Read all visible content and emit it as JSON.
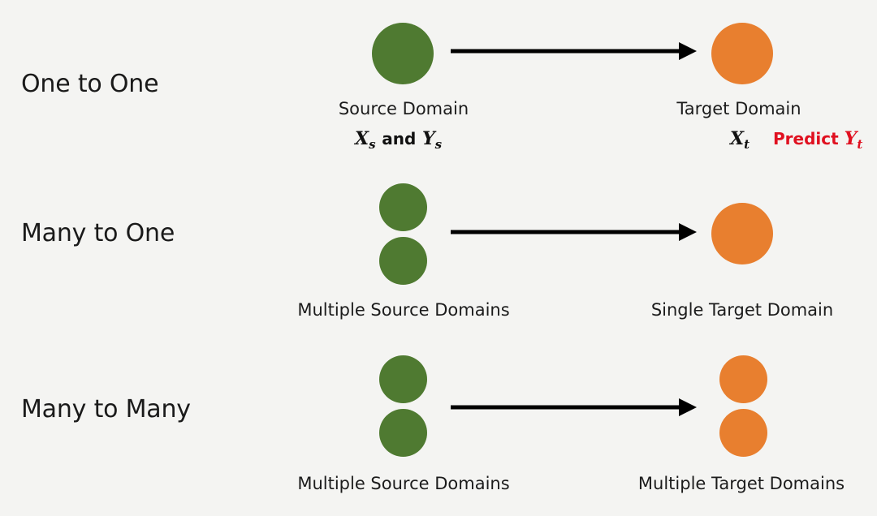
{
  "colors": {
    "source": "#4f7a31",
    "target": "#e87f2f",
    "arrow": "#000000",
    "predict": "#e01020"
  },
  "rows": [
    {
      "title": "One to One",
      "source_label": "Source Domain",
      "target_label": "Target Domain",
      "source_var_x": "X",
      "source_var_x_sub": "s",
      "source_var_and": "and",
      "source_var_y": "Y",
      "source_var_y_sub": "s",
      "target_var_x": "X",
      "target_var_x_sub": "t",
      "predict_word": "Predict",
      "predict_var": "Y",
      "predict_var_sub": "t"
    },
    {
      "title": "Many to One",
      "source_label": "Multiple Source Domains",
      "target_label": "Single Target Domain"
    },
    {
      "title": "Many to Many",
      "source_label": "Multiple Source Domains",
      "target_label": "Multiple Target Domains"
    }
  ]
}
